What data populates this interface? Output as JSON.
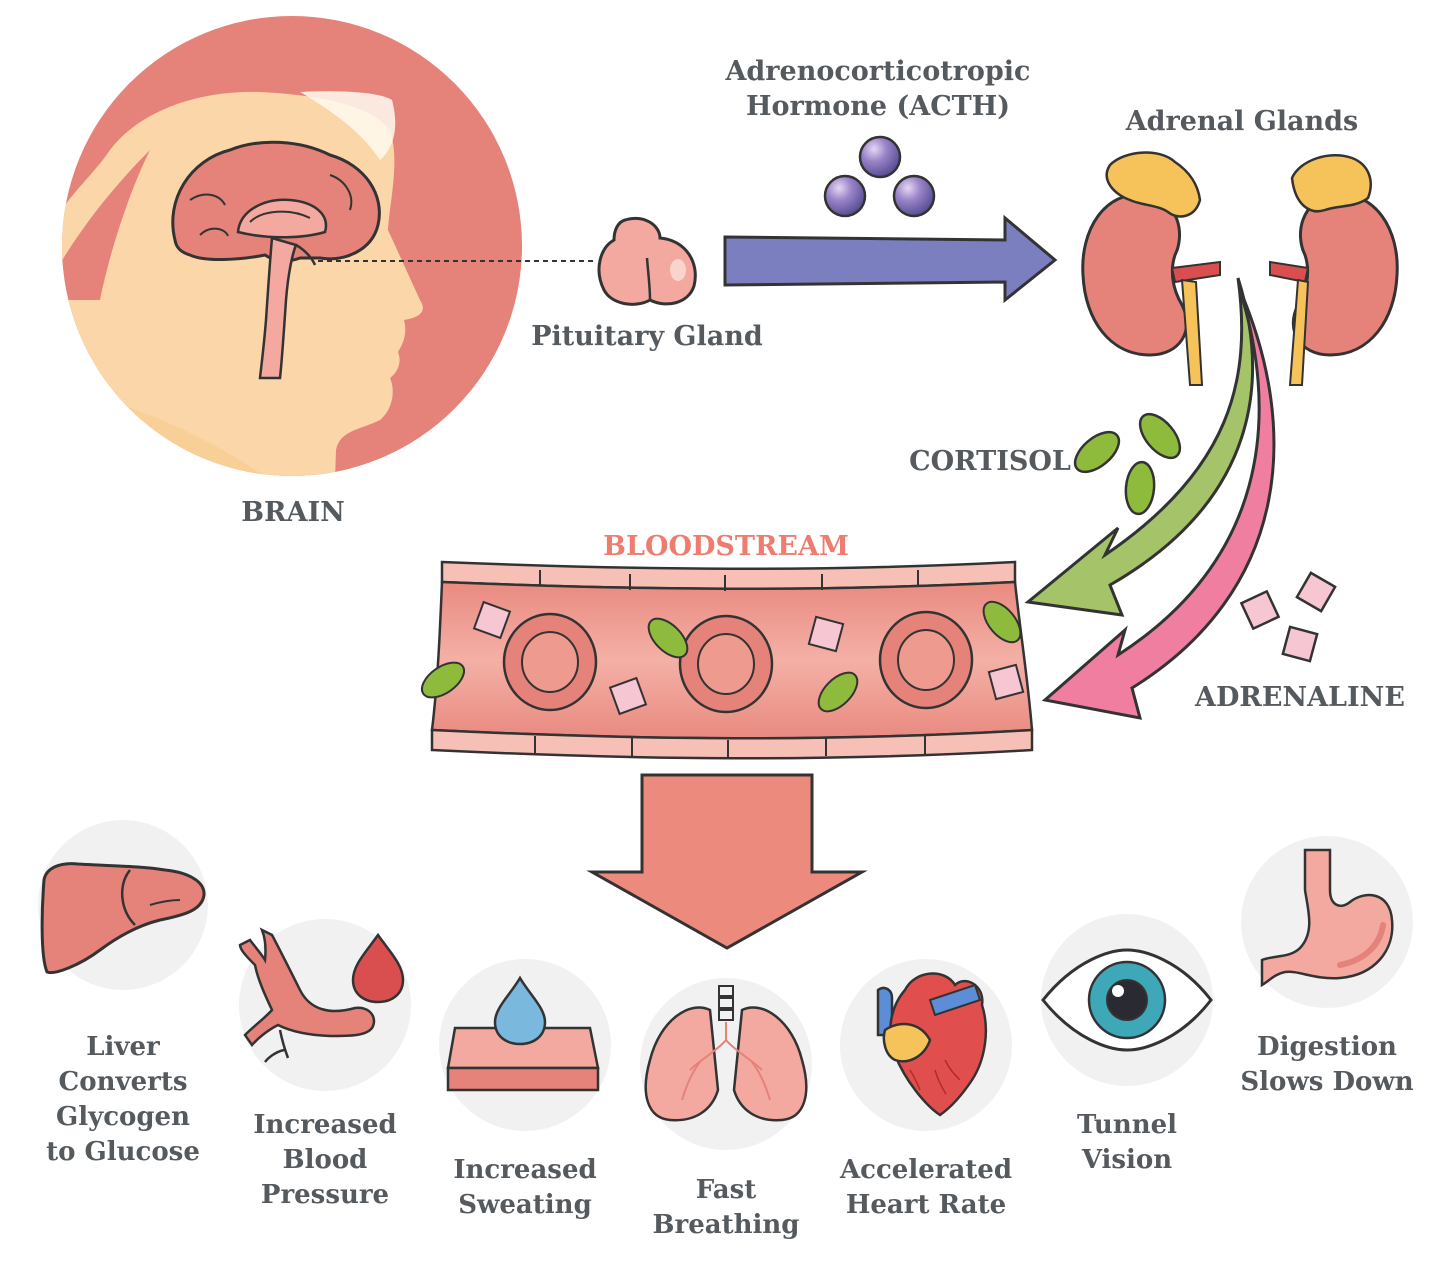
{
  "labels": {
    "brain": "BRAIN",
    "pituitary": "Pituitary Gland",
    "acth_line1": "Adrenocorticotropic",
    "acth_line2": "Hormone (ACTH)",
    "adrenal": "Adrenal Glands",
    "cortisol": "CORTISOL",
    "adrenaline": "ADRENALINE",
    "bloodstream": "BLOODSTREAM"
  },
  "effects": [
    {
      "icon": "liver-icon",
      "lines": [
        "Liver",
        "Converts",
        "Glycogen",
        "to Glucose"
      ]
    },
    {
      "icon": "blood-vessel-icon",
      "lines": [
        "Increased",
        "Blood",
        "Pressure"
      ]
    },
    {
      "icon": "sweat-drop-icon",
      "lines": [
        "Increased",
        "Sweating"
      ]
    },
    {
      "icon": "lungs-icon",
      "lines": [
        "Fast",
        "Breathing"
      ]
    },
    {
      "icon": "heart-icon",
      "lines": [
        "Accelerated",
        "Heart Rate"
      ]
    },
    {
      "icon": "eye-icon",
      "lines": [
        "Tunnel",
        "Vision"
      ]
    },
    {
      "icon": "stomach-icon",
      "lines": [
        "Digestion",
        "Slows Down"
      ]
    }
  ],
  "colors": {
    "acth_arrow": "#7b7fbf",
    "cortisol_arrow": "#a5c46a",
    "adrenaline_arrow": "#f07ea0",
    "down_arrow": "#ec8a7e",
    "bloodstream_label": "#ee7c6f",
    "text": "#555a5f"
  }
}
